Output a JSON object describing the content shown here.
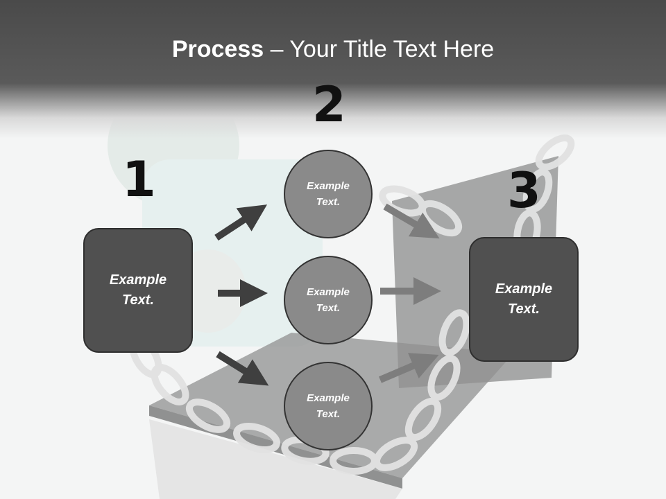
{
  "title": {
    "bold": "Process",
    "rest": " – Your Title Text Here"
  },
  "steps": {
    "one": "1",
    "two": "2",
    "three": "3"
  },
  "left_box": {
    "text": "Example\nText."
  },
  "circles": [
    {
      "text": "Example\nText."
    },
    {
      "text": "Example\nText."
    },
    {
      "text": "Example\nText."
    }
  ],
  "right_box": {
    "text": "Example\nText."
  },
  "colors": {
    "header": "#4a4a4a",
    "box_fill": "#505050",
    "circle_fill": "#8a8a8a",
    "dark_arrow": "#3f3f3f",
    "light_arrow": "#7d7d7d"
  }
}
